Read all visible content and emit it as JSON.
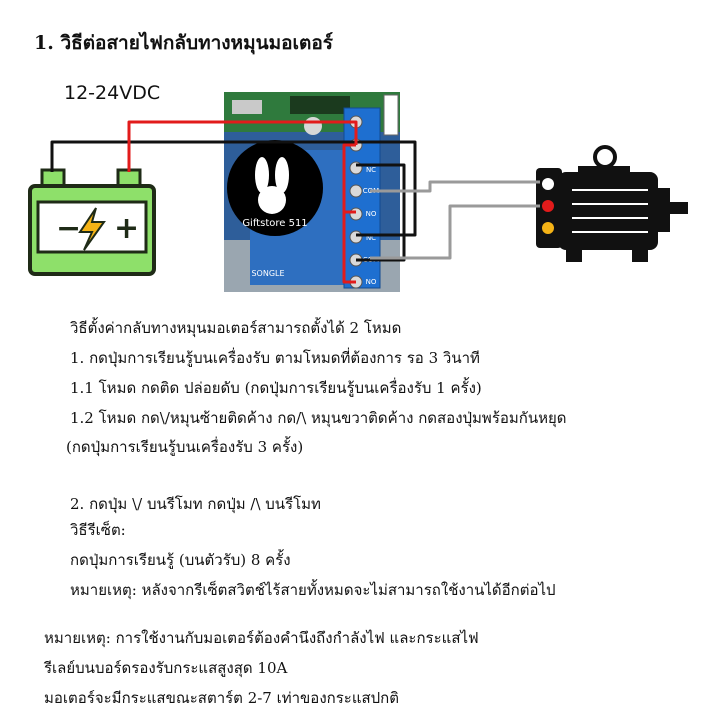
{
  "title": "1. วิธีต่อสายไฟกลับทางหมุนมอเตอร์",
  "voltage_label": "12-24VDC",
  "board": {
    "logo_text": "Giftstore 511",
    "brand_text": "SONGLE",
    "terminals": [
      "NC",
      "COM",
      "NO",
      "NC",
      "COM",
      "NO"
    ]
  },
  "instructions": [
    "วิธีตั้งค่ากลับทางหมุนมอเตอร์สามารถตั้งได้ 2 โหมด",
    "1. กดปุ่มการเรียนรู้บนเครื่องรับ ตามโหมดที่ต้องการ รอ 3 วินาที",
    " 1.1 โหมด กดติด ปล่อยดับ (กดปุ่มการเรียนรู้บนเครื่องรับ 1 ครั้ง)",
    " 1.2 โหมด กด\\/หมุนซ้ายติดค้าง กด/\\ หมุนขวาติดค้าง กดสองปุ่มพร้อมกันหยุด",
    "(กดปุ่มการเรียนรู้บนเครื่องรับ 3 ครั้ง)",
    "2. กดปุ่ม \\/ บนรีโมท กดปุ่ม /\\ บนรีโมท",
    "วิธีรีเซ็ต:",
    "กดปุ่มการเรียนรู้ (บนตัวรับ) 8 ครั้ง",
    "หมายเหตุ: หลังจากรีเซ็ตสวิตช์ไร้สายทั้งหมดจะไม่สามารถใช้งานได้อีกต่อไป"
  ],
  "notes": [
    "หมายเหตุ: การใช้งานกับมอเตอร์ต้องคำนึงถึงกำลังไฟ และกระแสไฟ",
    " รีเลย์บนบอร์ดรองรับกระแสสูงสุด 10A",
    "มอเตอร์จะมีกระแสขณะสตาร์ต 2-7 เท่าของกระแสปกติ"
  ]
}
